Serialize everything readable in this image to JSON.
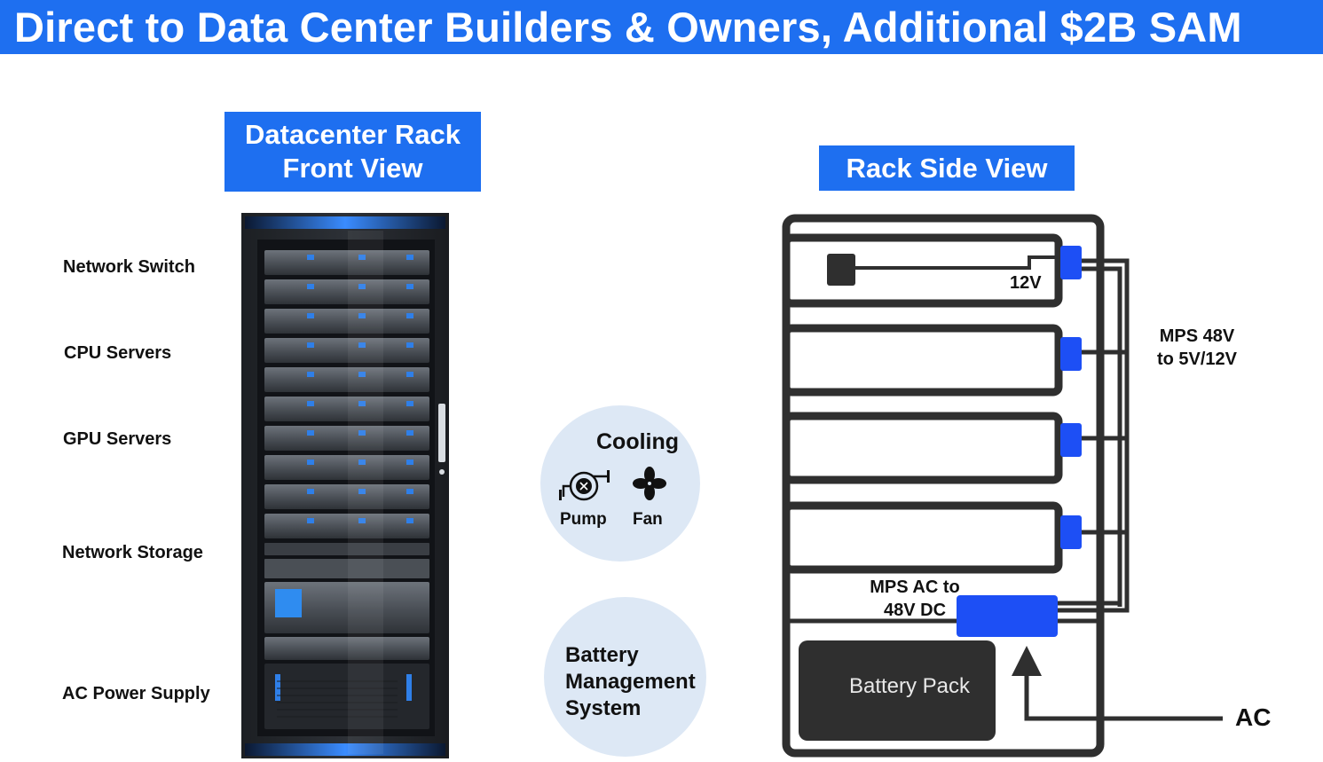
{
  "title": "Direct to Data Center Builders & Owners, Additional $2B SAM",
  "rack_section": {
    "label_line1": "Datacenter Rack",
    "label_line2": "Front View",
    "row_labels": [
      "Network Switch",
      "CPU Servers",
      "GPU Servers",
      "Network Storage",
      "AC Power Supply"
    ]
  },
  "cooling": {
    "title": "Cooling",
    "pump_label": "Pump",
    "fan_label": "Fan",
    "pump_icon": "pump-icon",
    "fan_icon": "fan-icon"
  },
  "bms": {
    "line1": "Battery",
    "line2": "Management",
    "line3": "System"
  },
  "side_view": {
    "label": "Rack Side View",
    "mps_48_line1": "MPS 48V",
    "mps_48_line2": "to 5V/12V",
    "mps_ac_line1": "MPS AC to",
    "mps_ac_line2": "48V DC",
    "voltage_12v": "12V",
    "battery_pack": "Battery Pack",
    "ac_label": "AC"
  },
  "colors": {
    "accent": "#1e6ff0",
    "converter_blue": "#1d4ff5",
    "outline": "#2f2f2f",
    "bubble": "#dde8f5"
  }
}
